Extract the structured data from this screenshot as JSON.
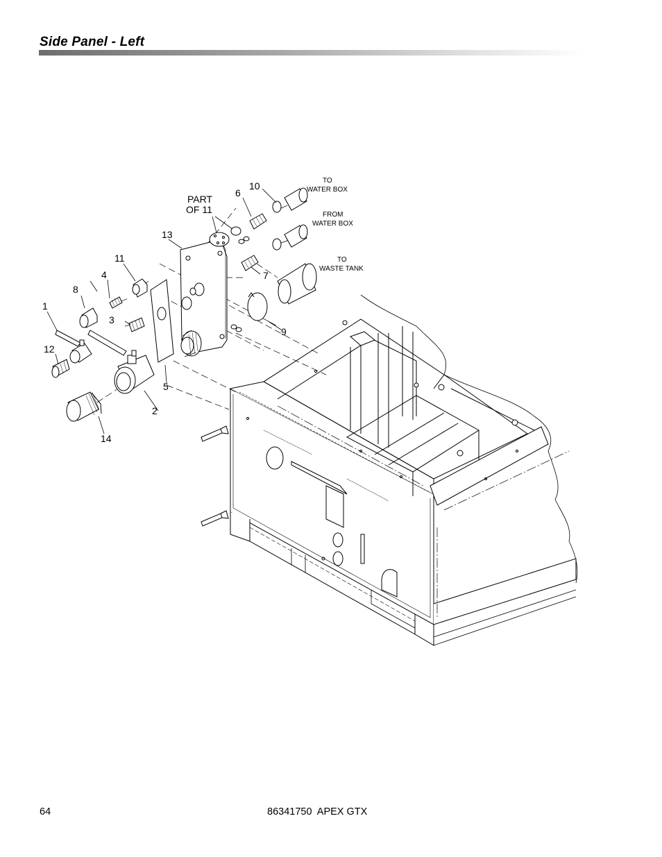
{
  "header": {
    "title": "Side Panel - Left"
  },
  "diagram": {
    "callouts": {
      "c1": "1",
      "c2": "2",
      "c3": "3",
      "c4": "4",
      "c5": "5",
      "c6": "6",
      "c7": "7",
      "c8": "8",
      "c9": "9",
      "c10": "10",
      "c11": "11",
      "c12": "12",
      "c13": "13",
      "c14": "14"
    },
    "part_of": [
      "PART",
      "OF 11"
    ],
    "notes": {
      "to_water_box": [
        "TO",
        "WATER BOX"
      ],
      "from_water_box": [
        "FROM",
        "WATER BOX"
      ],
      "to_waste_tank": [
        "TO",
        "WASTE TANK"
      ]
    }
  },
  "footer": {
    "page_number": "64",
    "doc_id": "86341750  APEX GTX"
  }
}
